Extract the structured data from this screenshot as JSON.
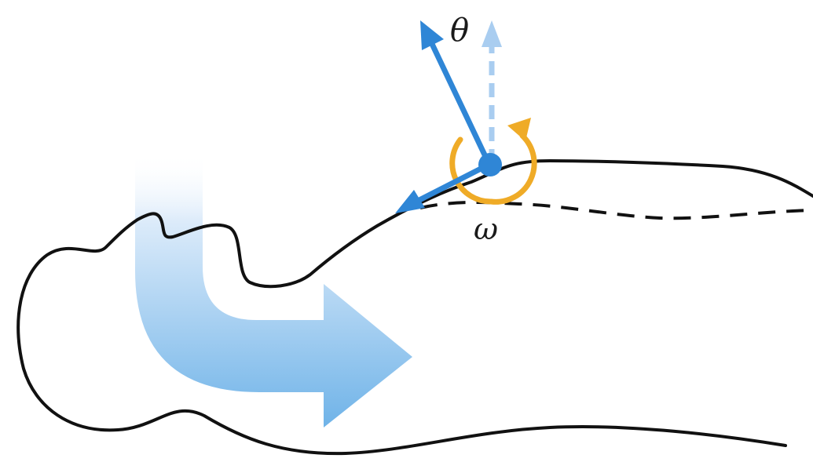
{
  "labels": {
    "theta": "θ",
    "omega": "ω"
  },
  "colors": {
    "outline": "#111111",
    "wavy_line": "#1f3b57",
    "vector_blue": "#2f86d6",
    "vector_light_blue": "#a9cdf0",
    "flow_arrow_light": "#eef6fd",
    "flow_arrow_dark": "#6fb3e8",
    "rotation_orange": "#efab27",
    "background": "#ffffff"
  },
  "icons": {
    "flow": "curved-flow-arrow",
    "rotation": "rotation-arc-arrows",
    "vector": "direction-vector-arrow"
  }
}
